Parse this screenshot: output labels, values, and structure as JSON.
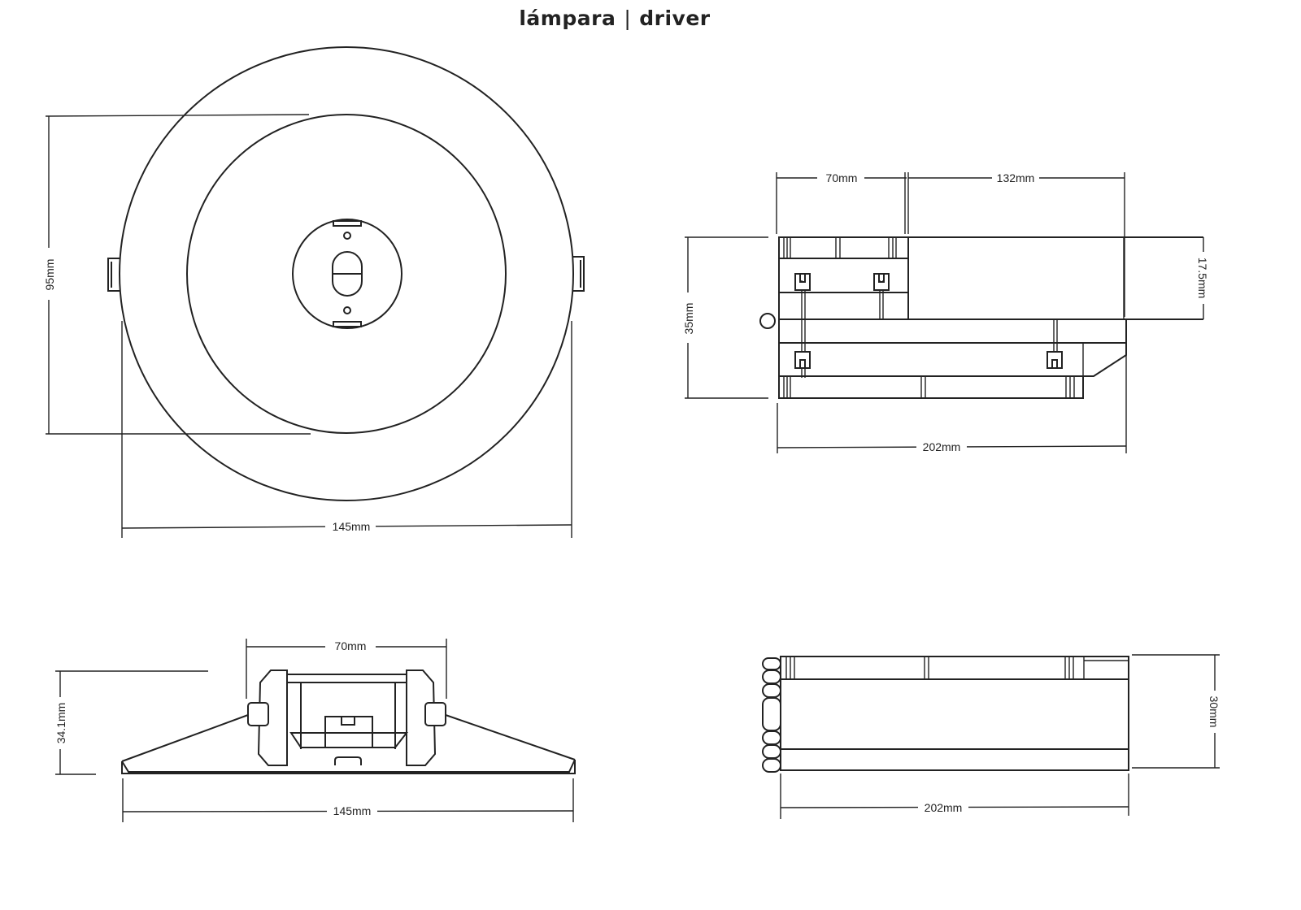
{
  "title": {
    "left": "lámpara",
    "separator": "|",
    "right": "driver"
  },
  "lamp_top_view": {
    "height_label": "95mm",
    "width_label": "145mm"
  },
  "lamp_side_view": {
    "top_width_label": "70mm",
    "height_label": "34.1mm",
    "width_label": "145mm"
  },
  "driver_top_view": {
    "lamp_part_label": "70mm",
    "driver_part_label": "132mm",
    "driver_height_label": "17.5mm",
    "height_label": "35mm",
    "width_label": "202mm"
  },
  "driver_side_view": {
    "height_label": "30mm",
    "width_label": "202mm"
  }
}
